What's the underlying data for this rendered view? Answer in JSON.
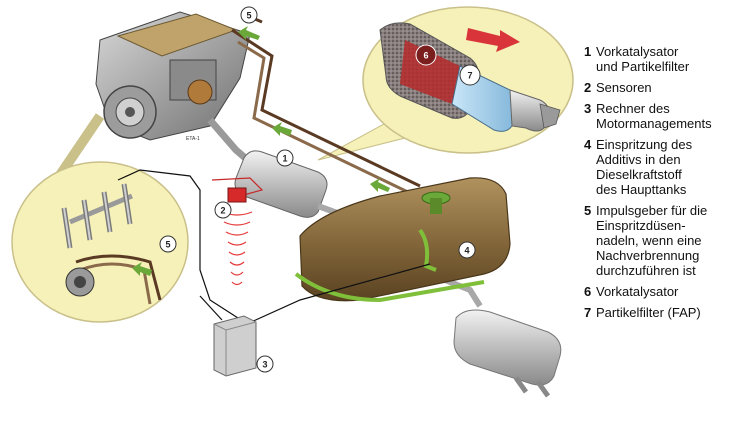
{
  "legend": [
    {
      "num": "1",
      "text": "Vorkatalysator\nund Partikelfilter"
    },
    {
      "num": "2",
      "text": "Sensoren"
    },
    {
      "num": "3",
      "text": "Rechner des\nMotormanagements"
    },
    {
      "num": "4",
      "text": "Einspritzung des\nAdditivs in den\nDieselkraftstoff\ndes Haupttanks"
    },
    {
      "num": "5",
      "text": "Impulsgeber für die\nEinspritzdüsen-\nnadeln, wenn eine\nNachverbrennung\ndurchzuführen ist"
    },
    {
      "num": "6",
      "text": "Vorkatalysator"
    },
    {
      "num": "7",
      "text": "Partikelfilter (FAP)"
    }
  ],
  "callouts": {
    "c1": "1",
    "c2": "2",
    "c3": "3",
    "c4": "4",
    "c5_engine": "5",
    "c5_rail": "5",
    "c6": "6",
    "c7": "7"
  },
  "engine_tag": "ETA-1",
  "colors": {
    "bubble": "#f6f1b8",
    "bubble_stroke": "#c9c08a",
    "tank": "#8a6d3f",
    "fuel_line": "#5a3a22",
    "additive_line": "#7fbf3a",
    "sensor": "#d62a2a",
    "arrow": "#6aa83a",
    "filter_blue": "#a9d4ef",
    "catalyst_red": "#b52a2a"
  },
  "icons": [
    "flow-arrow-icon",
    "exhaust-out-arrow-icon"
  ]
}
